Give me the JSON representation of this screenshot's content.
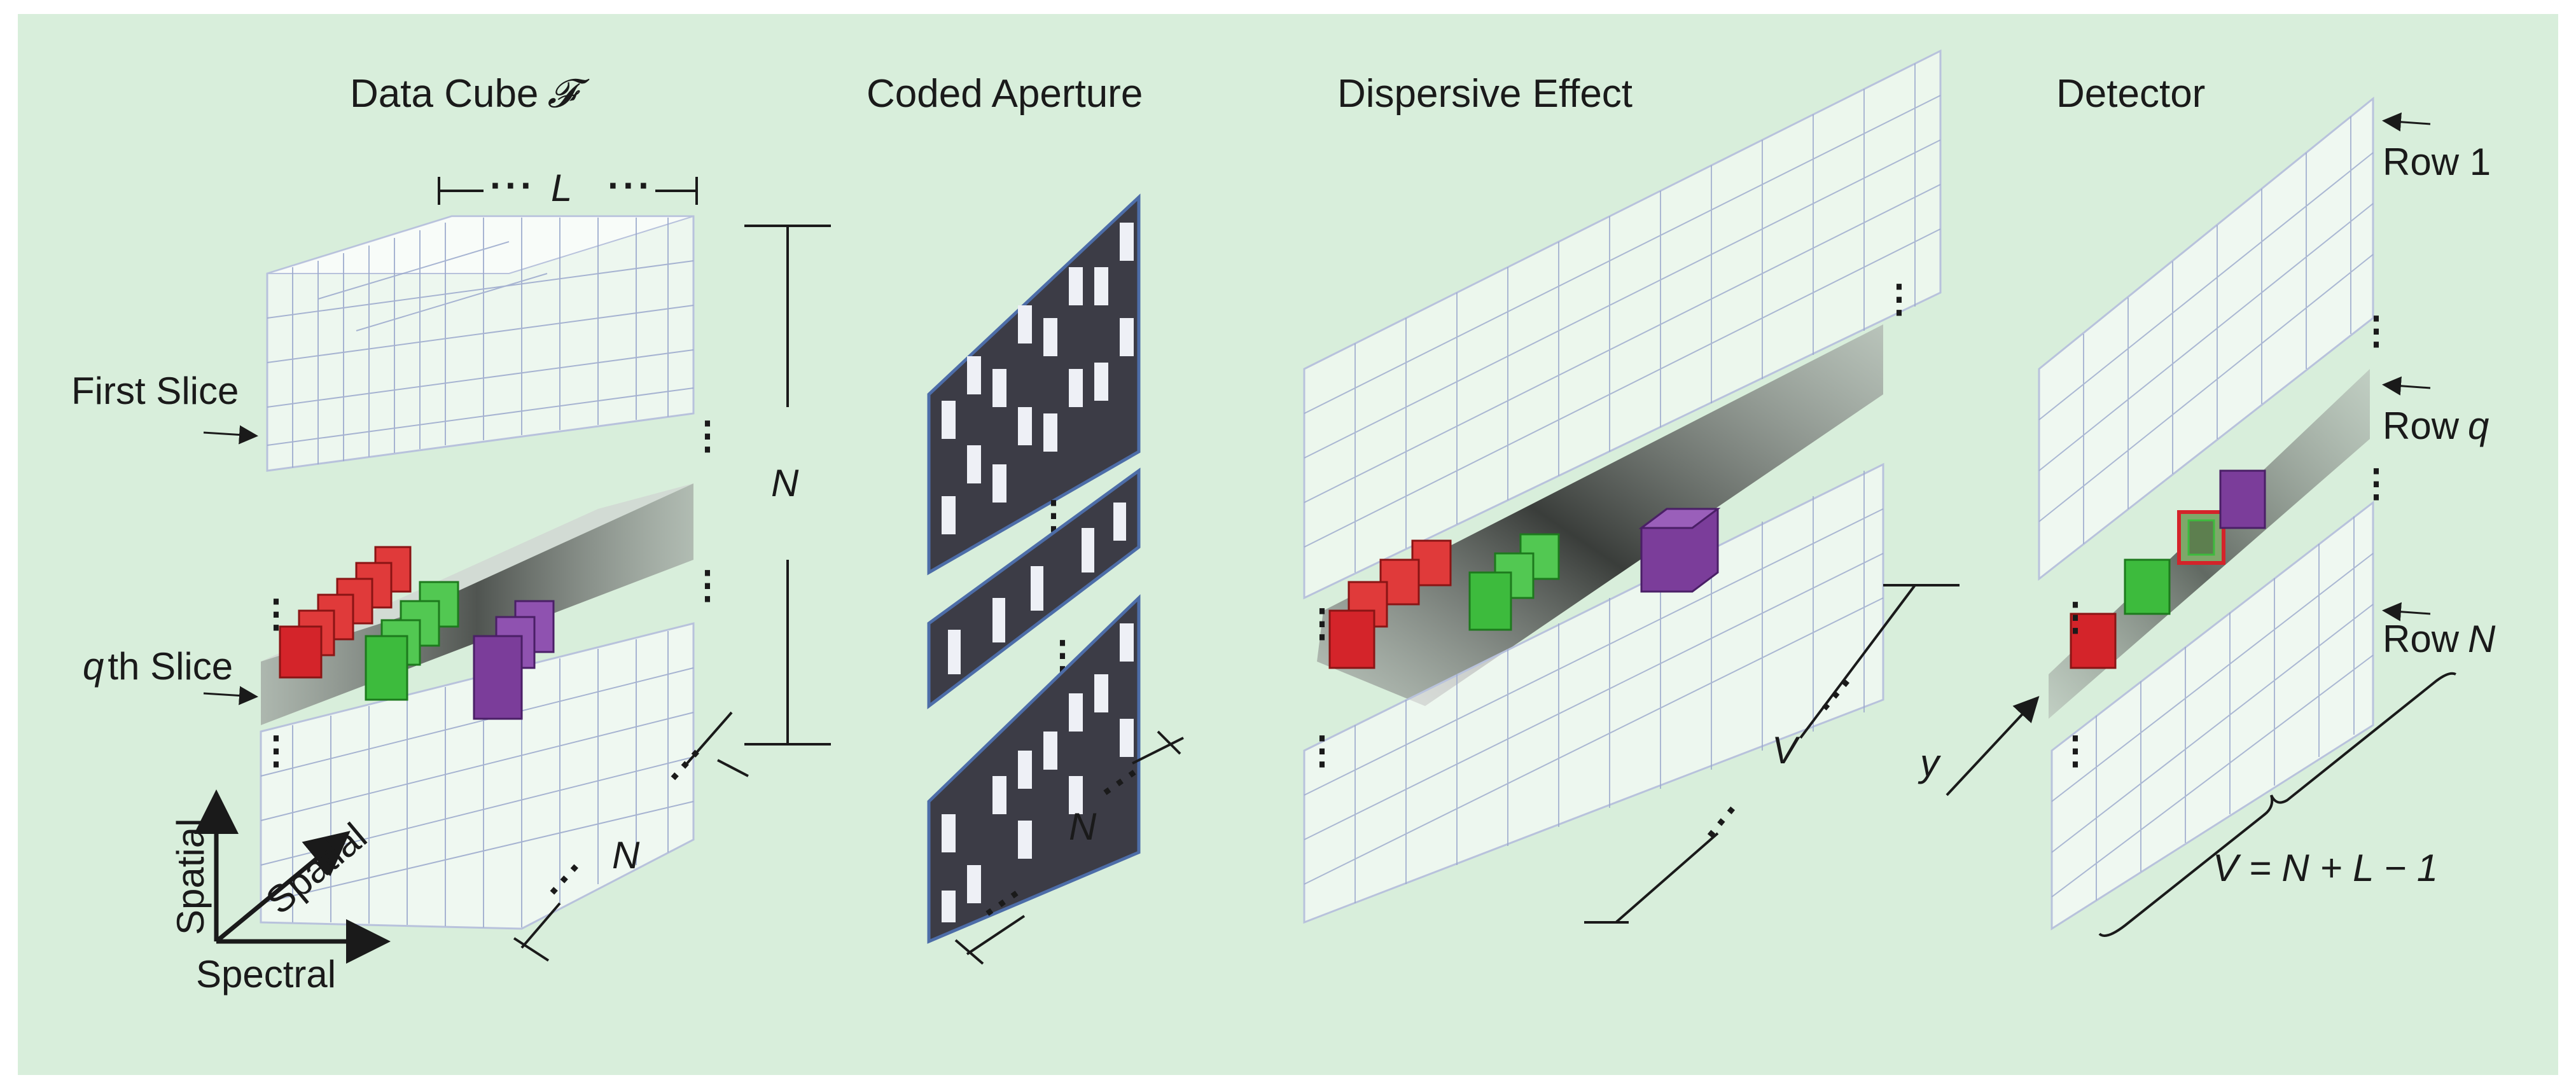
{
  "panels": {
    "data_cube": {
      "title": "Data Cube",
      "symbol": "𝓕"
    },
    "coded_aperture": {
      "title": "Coded Aperture"
    },
    "dispersive_effect": {
      "title": "Dispersive Effect"
    },
    "detector": {
      "title": "Detector"
    }
  },
  "labels": {
    "L": "L",
    "N": "N",
    "V": "V",
    "y": "y",
    "first_slice": "First Slice",
    "qth_q": "q",
    "qth_rest": "th Slice",
    "axis_spatial_vertical": "Spatial",
    "axis_spatial_depth": "Spatial",
    "axis_spectral": "Spectral",
    "row_1": "Row 1",
    "row_q_word": "Row",
    "row_q_var": "q",
    "row_N_word": "Row",
    "row_N_var": "N",
    "detector_size": "V = N + L − 1",
    "ellipsis_h": "···",
    "ellipsis_v": "⋮"
  },
  "colors": {
    "background": "#d8eedb",
    "border": "#ffffff",
    "grid_line": "#9aa8cc",
    "slice_shadow": "#4a4a4a",
    "red_voxel": "#d4242a",
    "green_voxel": "#3dbb3d",
    "purple_voxel": "#7b3d9a",
    "aperture_dark": "#3c3c46",
    "aperture_light": "#eef0f6",
    "aperture_frame": "#4d6da8"
  },
  "icons": {
    "arrow": "arrow-icon",
    "voxel": "cube-icon"
  }
}
